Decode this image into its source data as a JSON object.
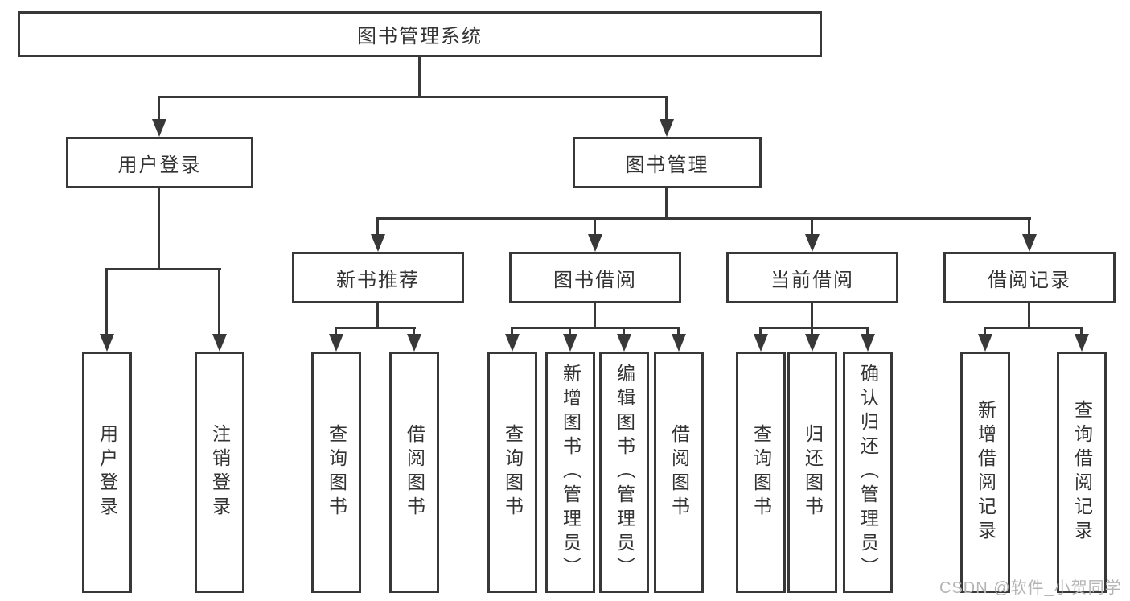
{
  "tree": {
    "label": "图书管理系统",
    "children": [
      {
        "label": "用户登录",
        "children": [
          {
            "label": "用户登录"
          },
          {
            "label": "注销登录"
          }
        ]
      },
      {
        "label": "图书管理",
        "children": [
          {
            "label": "新书推荐",
            "children": [
              {
                "label": "查询图书"
              },
              {
                "label": "借阅图书"
              }
            ]
          },
          {
            "label": "图书借阅",
            "children": [
              {
                "label": "查询图书"
              },
              {
                "label": "新增图书（管理员）"
              },
              {
                "label": "编辑图书（管理员）"
              },
              {
                "label": "借阅图书"
              }
            ]
          },
          {
            "label": "当前借阅",
            "children": [
              {
                "label": "查询图书"
              },
              {
                "label": "归还图书"
              },
              {
                "label": "确认归还（管理员）"
              }
            ]
          },
          {
            "label": "借阅记录",
            "children": [
              {
                "label": "新增借阅记录"
              },
              {
                "label": "查询借阅记录"
              }
            ]
          }
        ]
      }
    ]
  },
  "watermark": {
    "text": "CSDN @软件_小贺同学"
  },
  "colors": {
    "line": "#383838",
    "text": "#333333",
    "watermark": "#b4b4b4",
    "background": "#ffffff"
  }
}
